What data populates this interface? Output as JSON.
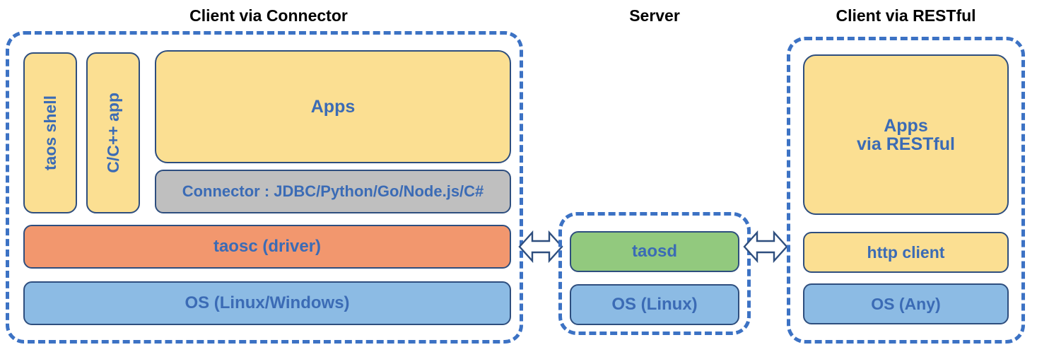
{
  "diagram": {
    "title_connector": "Client via Connector",
    "title_server": "Server",
    "title_restful": "Client via RESTful",
    "colors": {
      "dashed_border": "#3C72C4",
      "box_border": "#2E4E7E",
      "text_blue": "#3B6BB5",
      "yellow": "#FBDF92",
      "gray": "#BFBFBF",
      "orange": "#F2976E",
      "blue": "#8CBBE4",
      "green": "#92C97E",
      "title_black": "#000000"
    }
  },
  "client_connector": {
    "taos_shell": "taos shell",
    "cpp_app": "C/C++ app",
    "apps": "Apps",
    "connector": "Connector : JDBC/Python/Go/Node.js/C#",
    "taosc": "taosc (driver)",
    "os": "OS (Linux/Windows)"
  },
  "server": {
    "taosd": "taosd",
    "os": "OS (Linux)"
  },
  "client_restful": {
    "apps": "Apps\nvia RESTful",
    "apps_line1": "Apps",
    "apps_line2": "via RESTful",
    "http_client": "http client",
    "os": "OS (Any)"
  },
  "connections": {
    "left_arrow": "double-headed-arrow",
    "right_arrow": "double-headed-arrow"
  }
}
